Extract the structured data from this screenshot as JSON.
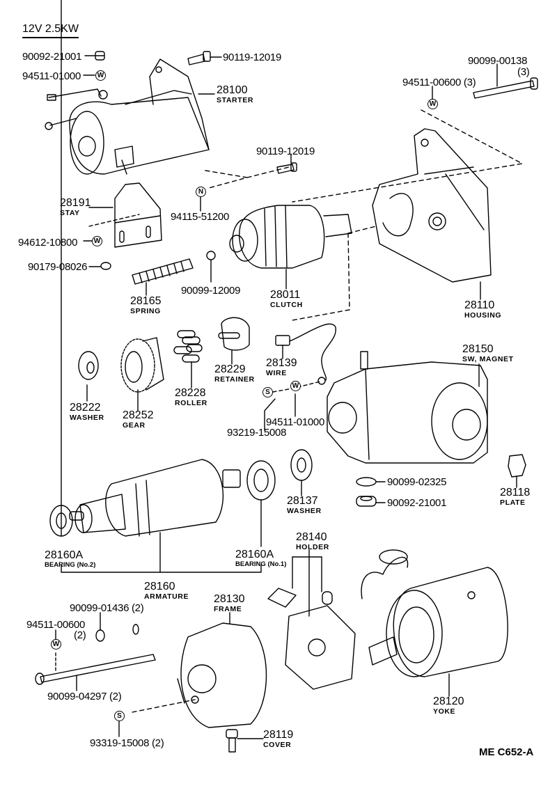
{
  "diagram": {
    "title": "12V 2.5KW",
    "drawing_code": "ME C652-A",
    "symbols": {
      "W": "W",
      "N": "N",
      "S": "S"
    },
    "callouts": {
      "p90092_21001_top": {
        "number": "90092-21001"
      },
      "p94511_01000_top": {
        "number": "94511-01000"
      },
      "p90119_12019_top": {
        "number": "90119-12019"
      },
      "p28100": {
        "number": "28100",
        "name": "STARTER"
      },
      "p90099_00138": {
        "number": "90099-00138",
        "qty": "(3)"
      },
      "p94511_00600_top": {
        "number": "94511-00600 (3)"
      },
      "p90119_12019_mid": {
        "number": "90119-12019"
      },
      "p28191": {
        "number": "28191",
        "name": "STAY"
      },
      "p94115_51200": {
        "number": "94115-51200"
      },
      "p94612_10800": {
        "number": "94612-10800"
      },
      "p90179_08026": {
        "number": "90179-08026"
      },
      "p90099_12009": {
        "number": "90099-12009"
      },
      "p28165": {
        "number": "28165",
        "name": "SPRING"
      },
      "p28011": {
        "number": "28011",
        "name": "CLUTCH"
      },
      "p28110": {
        "number": "28110",
        "name": "HOUSING"
      },
      "p28222": {
        "number": "28222",
        "name": "WASHER"
      },
      "p28252": {
        "number": "28252",
        "name": "GEAR"
      },
      "p28228": {
        "number": "28228",
        "name": "ROLLER"
      },
      "p28229": {
        "number": "28229",
        "name": "RETAINER"
      },
      "p28139": {
        "number": "28139",
        "name": "WIRE"
      },
      "p28150": {
        "number": "28150",
        "name": "SW, MAGNET"
      },
      "p93219_15008": {
        "number": "93219-15008"
      },
      "p94511_01000_mid": {
        "number": "94511-01000"
      },
      "p28137": {
        "number": "28137",
        "name": "WASHER"
      },
      "p90099_02325": {
        "number": "90099-02325"
      },
      "p90092_21001_mid": {
        "number": "90092-21001"
      },
      "p28118": {
        "number": "28118",
        "name": "PLATE"
      },
      "p28160A_2": {
        "number": "28160A",
        "name": "BEARING (No.2)"
      },
      "p28160A_1": {
        "number": "28160A",
        "name": "BEARING (No.1)"
      },
      "p28160": {
        "number": "28160",
        "name": "ARMATURE"
      },
      "p28140": {
        "number": "28140",
        "name": "HOLDER"
      },
      "p28130": {
        "number": "28130",
        "name": "FRAME"
      },
      "p90099_01436": {
        "number": "90099-01436 (2)"
      },
      "p94511_00600_bot": {
        "number": "94511-00600",
        "qty": "(2)"
      },
      "p90099_04297": {
        "number": "90099-04297 (2)"
      },
      "p93319_15008": {
        "number": "93319-15008 (2)"
      },
      "p28119": {
        "number": "28119",
        "name": "COVER"
      },
      "p28120": {
        "number": "28120",
        "name": "YOKE"
      }
    }
  }
}
